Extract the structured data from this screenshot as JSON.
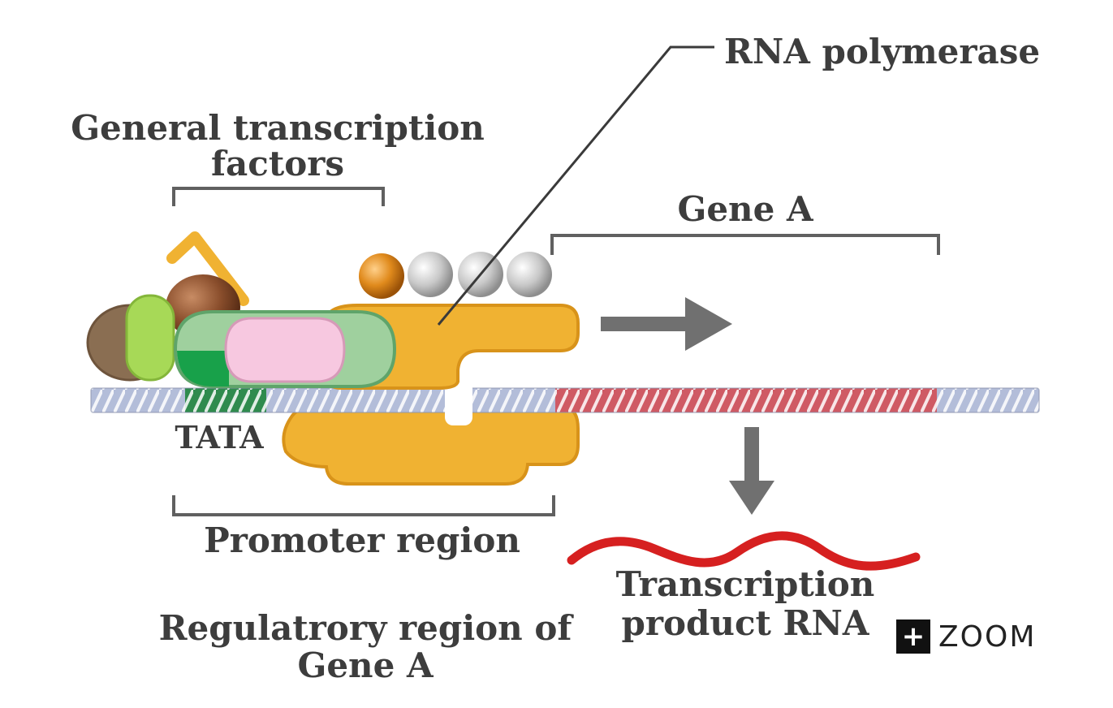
{
  "labels": {
    "rna_polymerase": "RNA polymerase",
    "gtf_line1": "General transcription",
    "gtf_line2": "factors",
    "gene_a": "Gene A",
    "tata": "TATA",
    "promoter_region": "Promoter region",
    "product_line1": "Transcription",
    "product_line2": "product RNA",
    "regulatory_line1": "Regulatrory region of",
    "regulatory_line2": "Gene A"
  },
  "zoom": {
    "icon": "+",
    "label": "ZOOM"
  },
  "colors": {
    "polymerase": "#f0b232",
    "polymerase_outline": "#d8931a",
    "dna_promoter": "#b3bdd9",
    "dna_gene": "#cf5a64",
    "tata_box": "#2f8b4e",
    "rna": "#d62020",
    "arrow": "#707070",
    "bracket": "#606060"
  }
}
